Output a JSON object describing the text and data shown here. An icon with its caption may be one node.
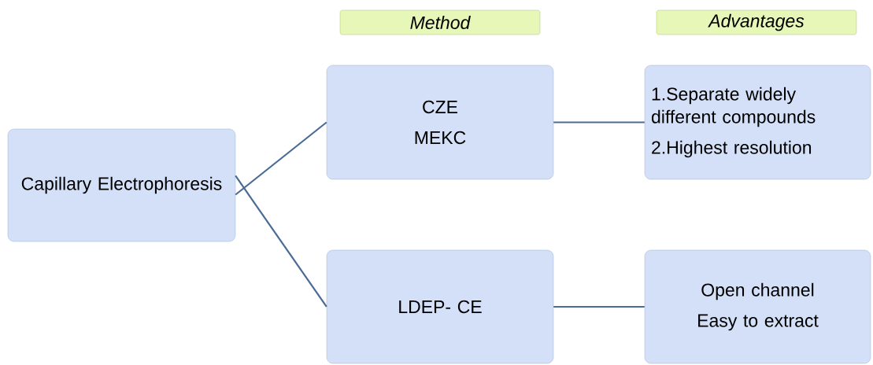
{
  "diagram": {
    "nodes": [
      {
        "text": [
          "Method"
        ]
      },
      {
        "text": [
          "Advantages"
        ]
      },
      {
        "text": [
          "Capillary Electrophoresis"
        ]
      },
      {
        "text": [
          "CZE",
          "MEKC"
        ]
      },
      {
        "text": [
          "1.Separate widely different compounds",
          "2.Highest resolution"
        ]
      },
      {
        "text": [
          "LDEP- CE"
        ]
      },
      {
        "text": [
          "Open channel",
          "Easy to extract"
        ]
      }
    ],
    "edges": [
      {
        "from": 2,
        "to": 3,
        "arrow": "none"
      },
      {
        "from": 2,
        "to": 5,
        "arrow": "none"
      },
      {
        "from": 3,
        "to": 4,
        "arrow": "none"
      },
      {
        "from": 5,
        "to": 6,
        "arrow": "none"
      }
    ]
  }
}
